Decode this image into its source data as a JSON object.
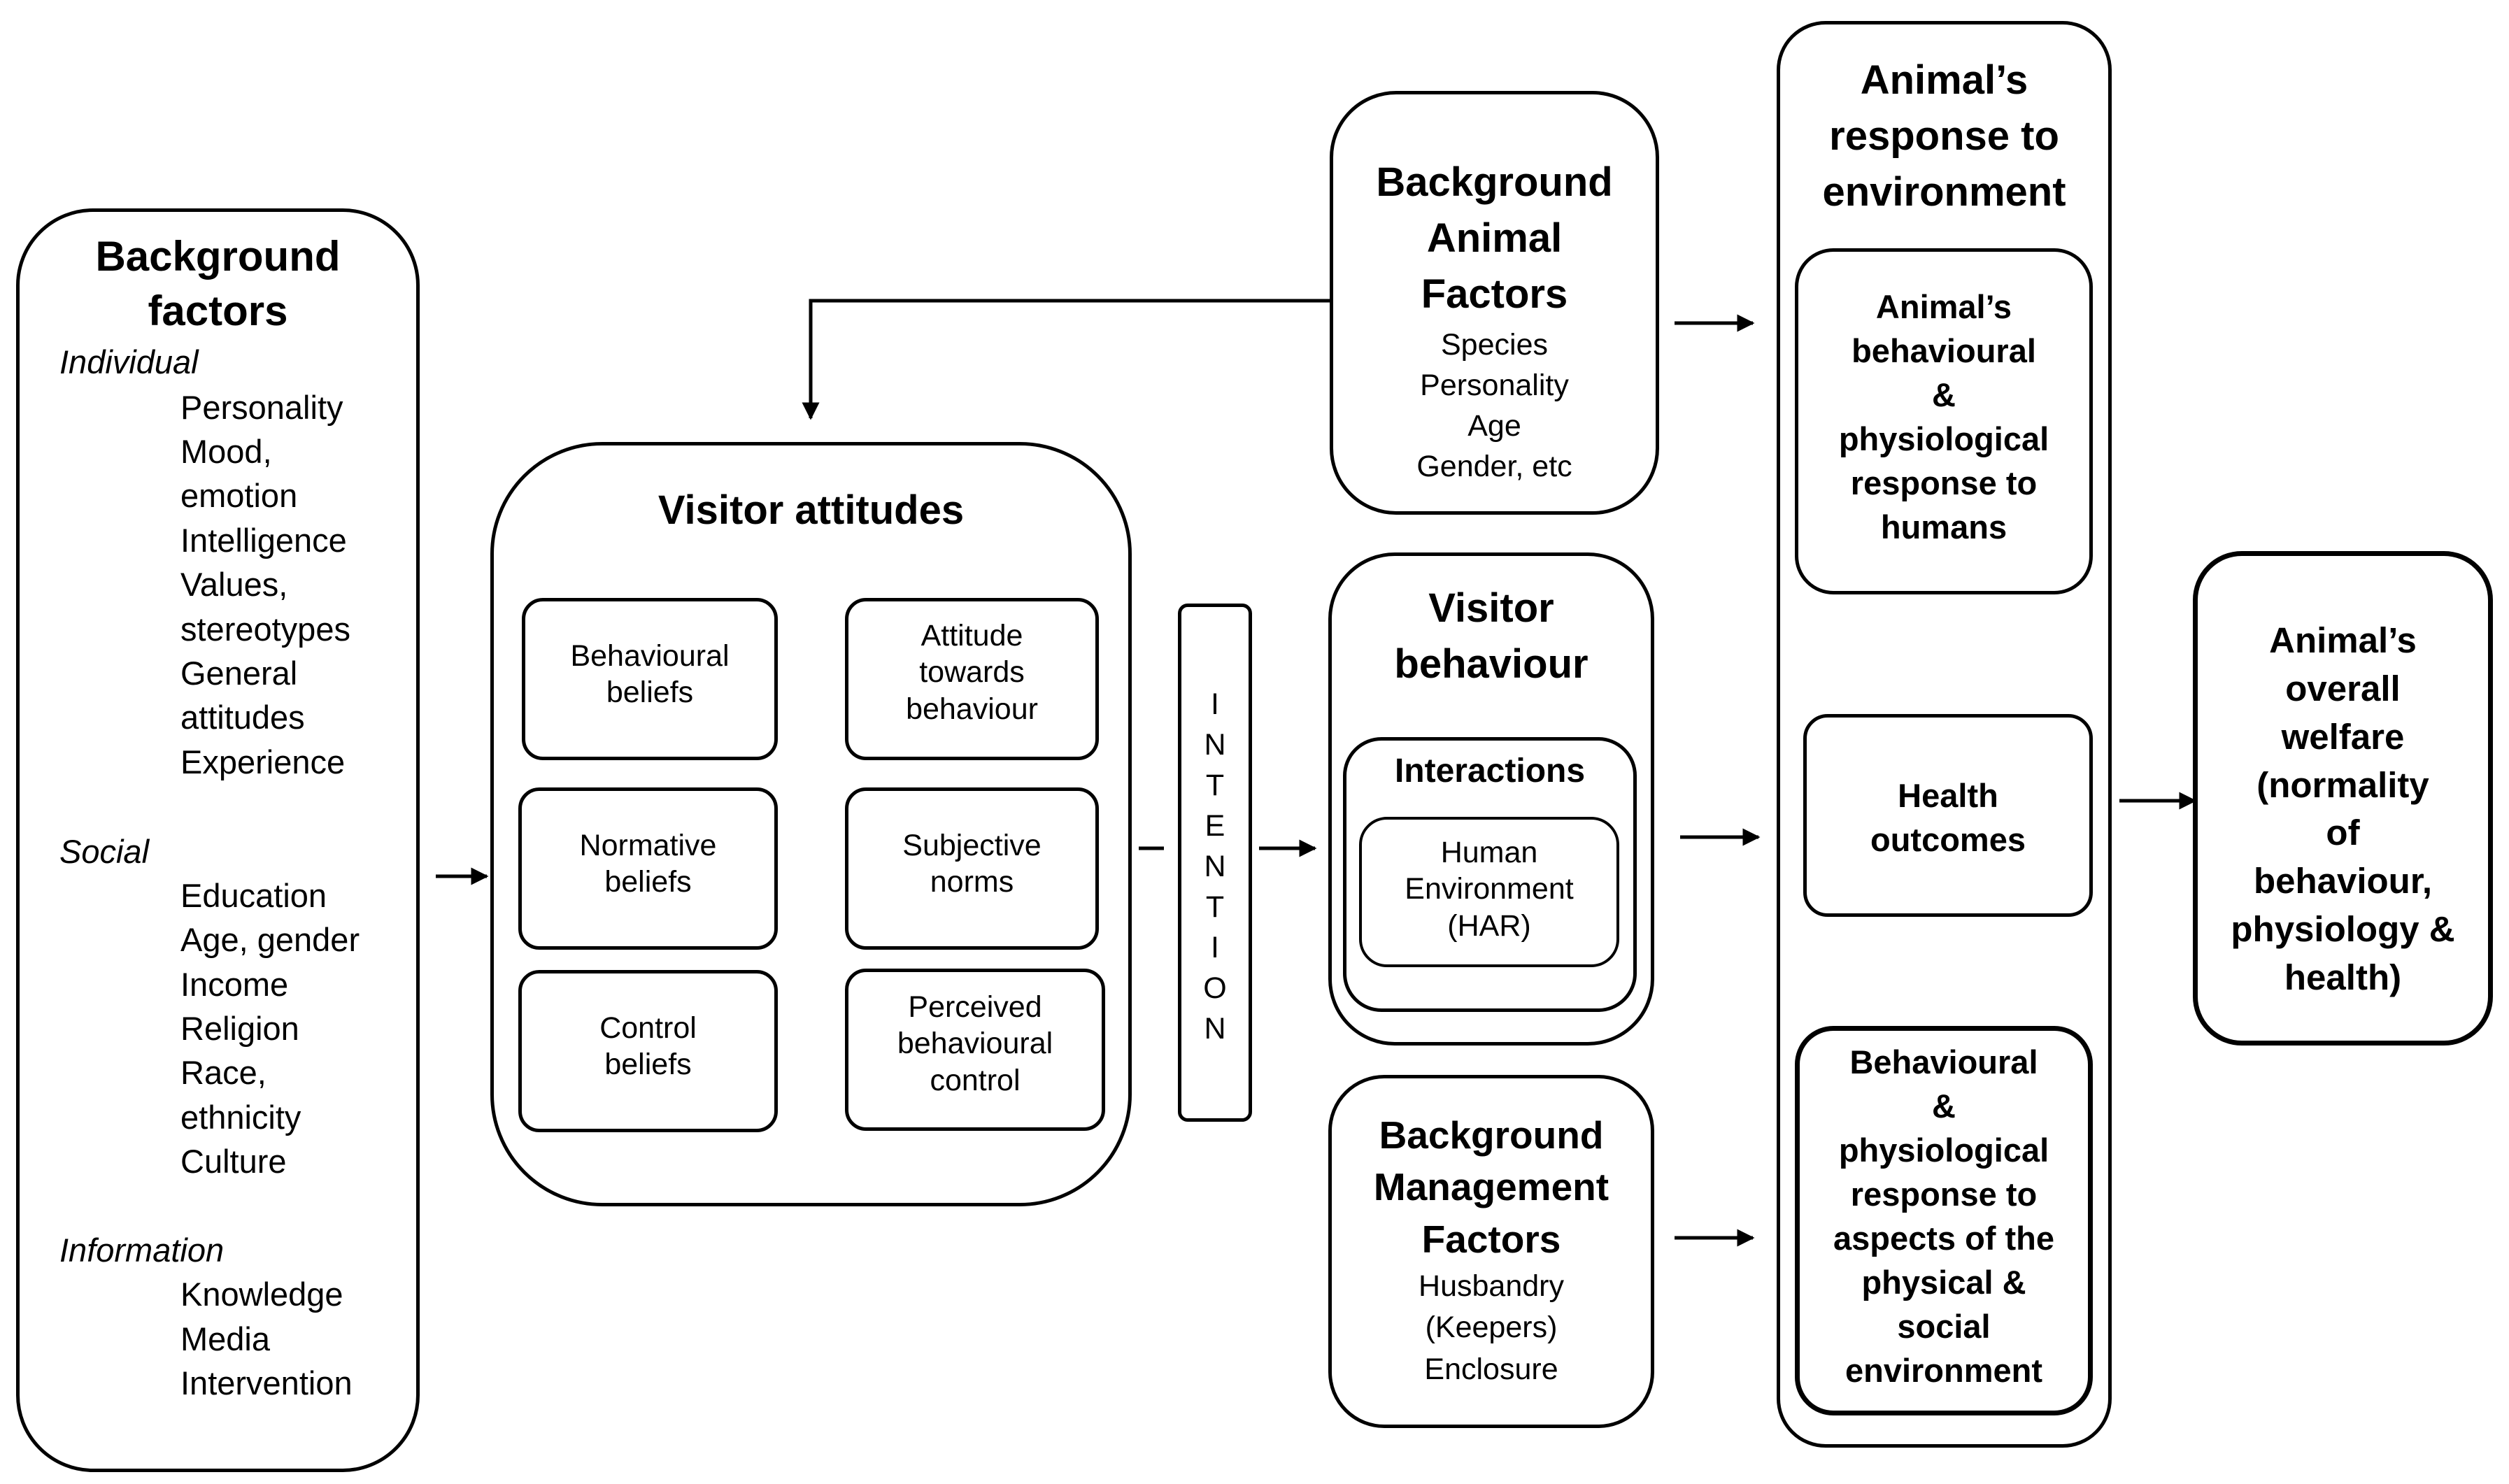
{
  "background_factors": {
    "title": "Background\nfactors",
    "individual": {
      "heading": "Individual",
      "items": [
        "Personality",
        "Mood,",
        "emotion",
        "Intelligence",
        "Values,",
        "stereotypes",
        "General",
        "attitudes",
        "Experience"
      ]
    },
    "social": {
      "heading": "Social",
      "items": [
        "Education",
        "Age, gender",
        "Income",
        "Religion",
        "Race,",
        "ethnicity",
        "Culture"
      ]
    },
    "information": {
      "heading": "Information",
      "items": [
        "Knowledge",
        "Media",
        "Intervention"
      ]
    }
  },
  "visitor_attitudes": {
    "title": "Visitor attitudes",
    "beliefs": [
      "Behavioural\nbeliefs",
      "Normative\nbeliefs",
      "Control\nbeliefs"
    ],
    "outcomes": [
      "Attitude\ntowards\nbehaviour",
      "Subjective\nnorms",
      "Perceived\nbehavioural\ncontrol"
    ]
  },
  "intention": "I\nN\nT\nE\nN\nT\nI\nO\nN",
  "background_animal": {
    "title": "Background\nAnimal\nFactors",
    "items": "Species\nPersonality\nAge\nGender, etc"
  },
  "visitor_behaviour": {
    "title": "Visitor\nbehaviour",
    "interactions": "Interactions",
    "har": "Human\nEnvironment\n(HAR)"
  },
  "background_management": {
    "title": "Background\nManagement\nFactors",
    "items": "Husbandry\n(Keepers)\nEnclosure"
  },
  "animal_response": {
    "title": "Animal’s\nresponse to\nenvironment",
    "to_humans": "Animal’s\nbehavioural\n&\nphysiological\nresponse to\nhumans",
    "health": "Health\noutcomes",
    "to_environment": "Behavioural\n&\nphysiological\nresponse to\naspects of the\nphysical &\nsocial\nenvironment"
  },
  "overall_welfare": "Animal’s\noverall\nwelfare\n(normality\nof\nbehaviour,\nphysiology &\nhealth)"
}
